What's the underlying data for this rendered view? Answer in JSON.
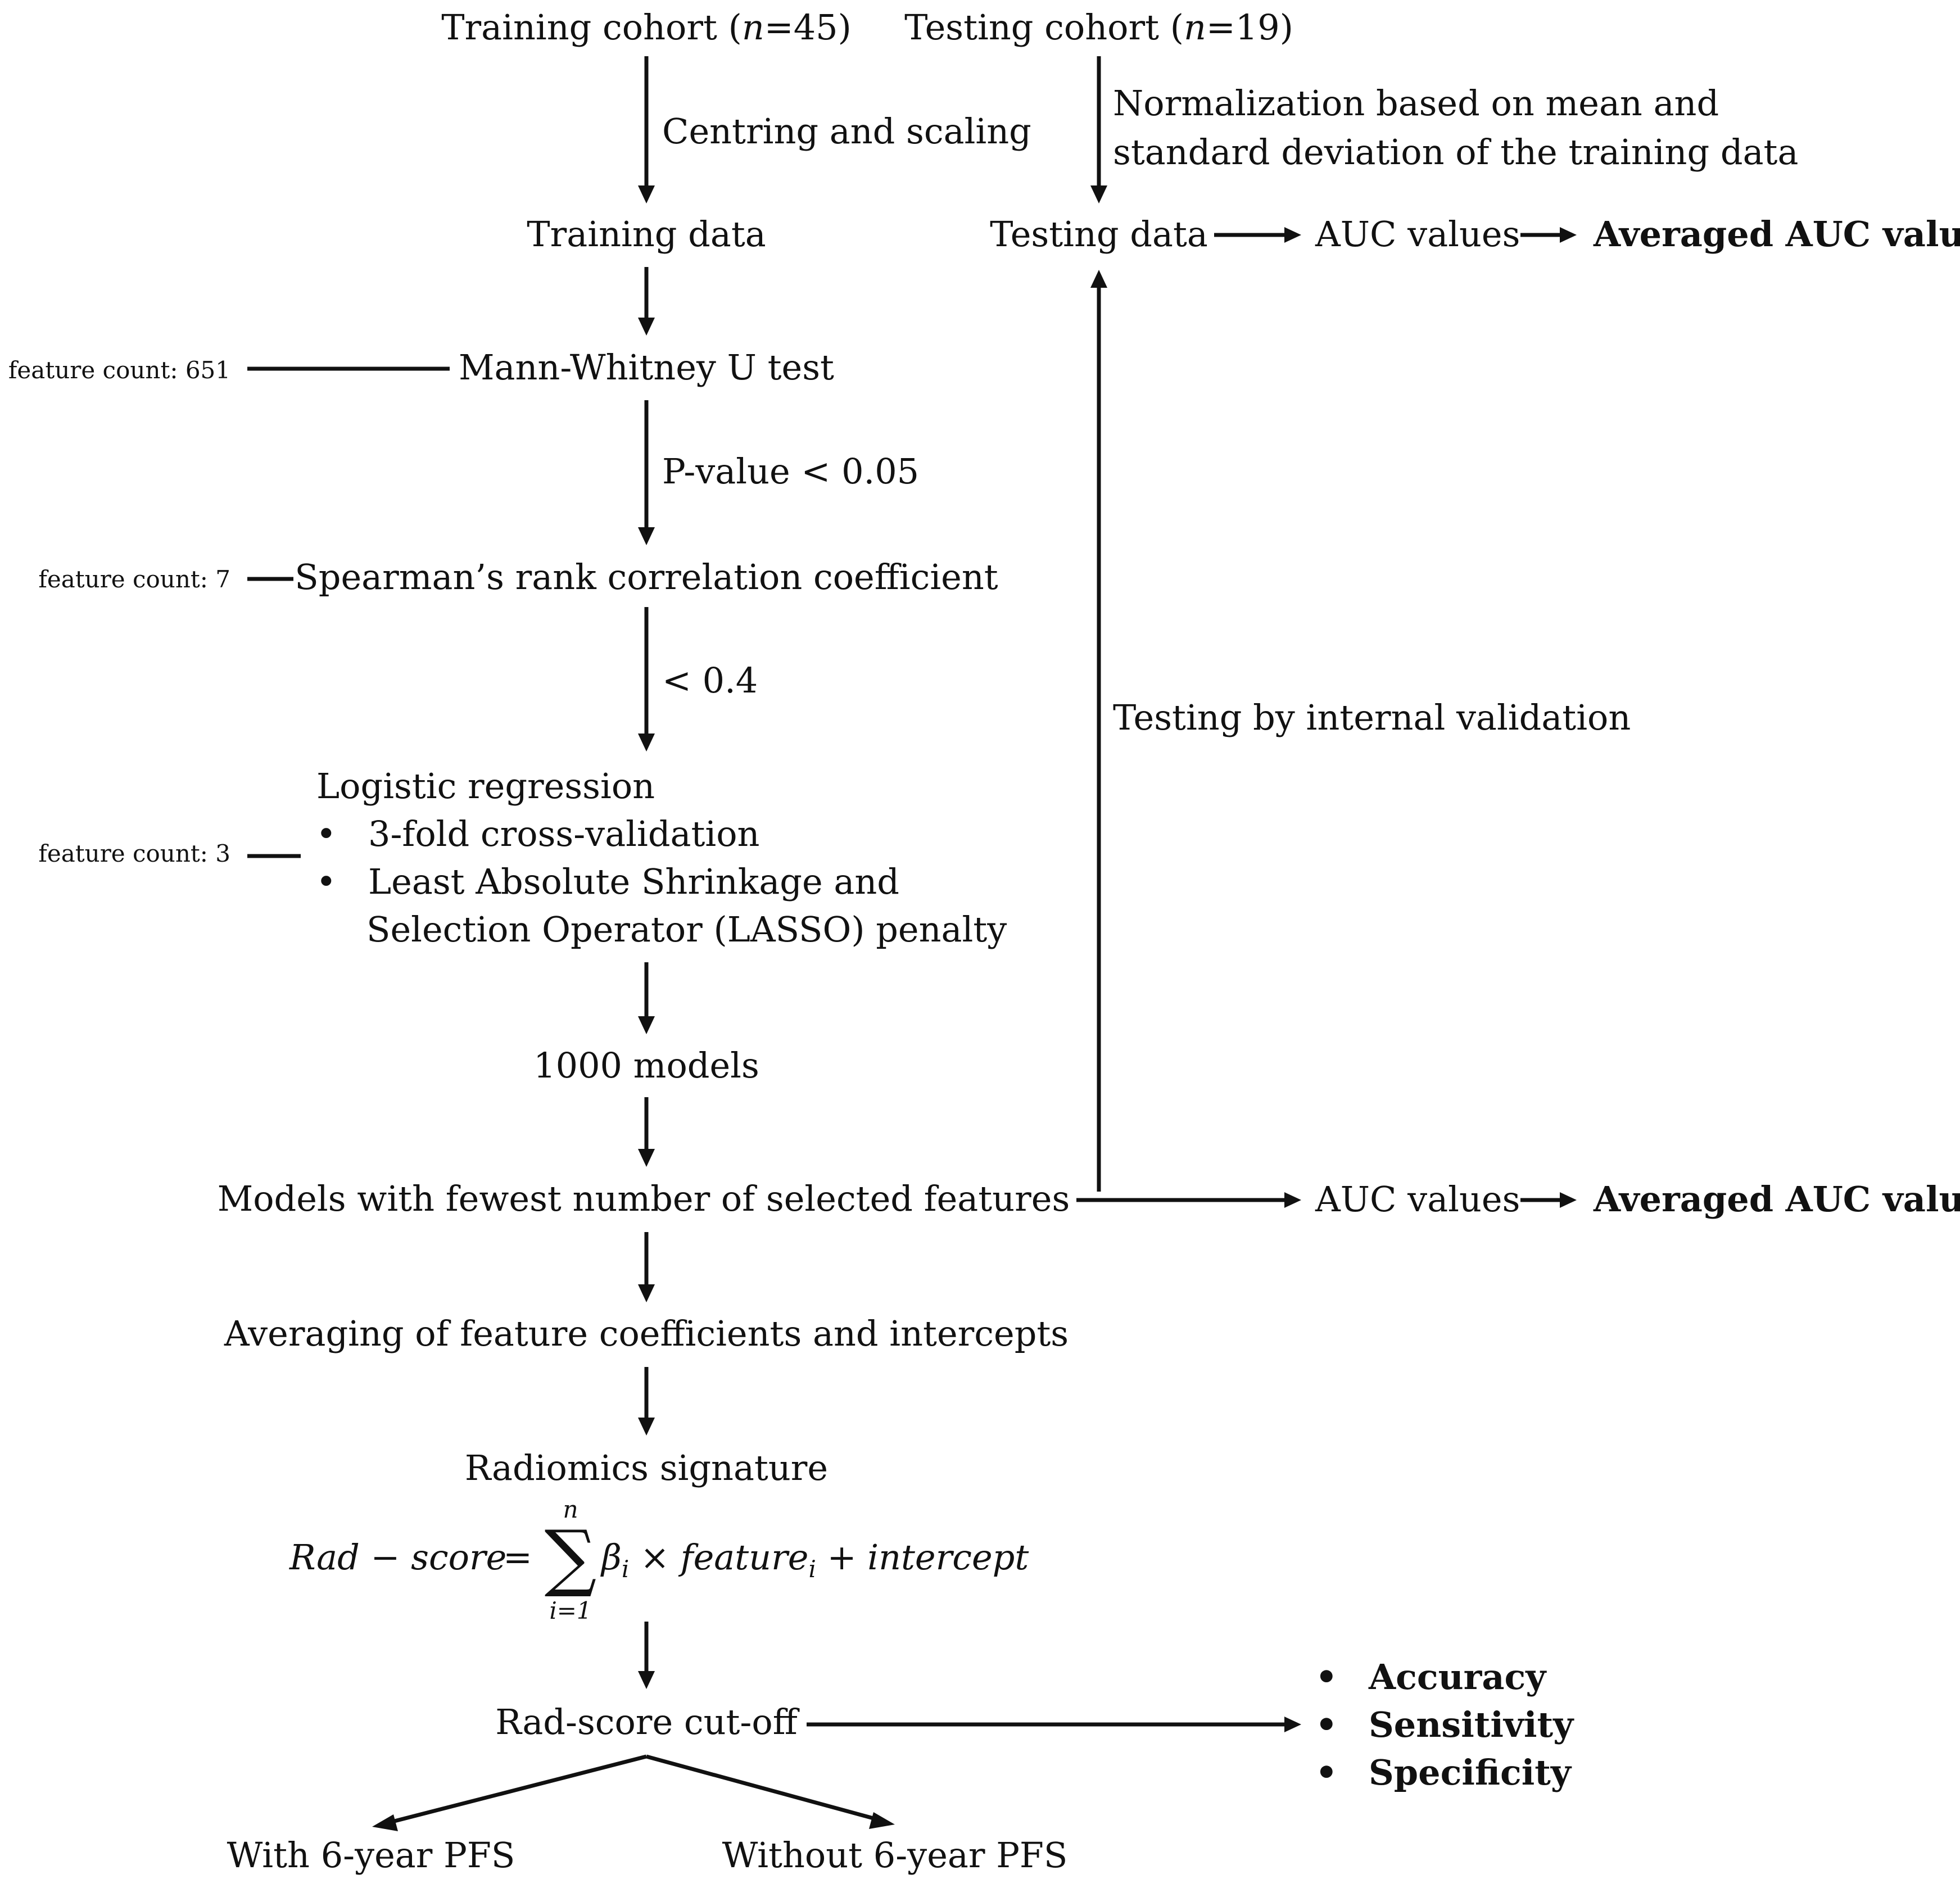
{
  "diagram": {
    "training_cohort_prefix": "Training cohort (",
    "training_cohort_n": "n",
    "training_cohort_suffix": "=45)",
    "testing_cohort_prefix": "Testing cohort (",
    "testing_cohort_n": "n",
    "testing_cohort_suffix": "=19)",
    "centring_scaling": "Centring and scaling",
    "normalization_line1": "Normalization based on mean and",
    "normalization_line2": "standard deviation of the training data",
    "training_data": "Training data",
    "testing_data": "Testing data",
    "auc_values_top": "AUC values",
    "averaged_auc_top": "Averaged AUC value",
    "feature_count_651": "feature count: 651",
    "mann_whitney": "Mann-Whitney U test",
    "pvalue": "P-value < 0.05",
    "feature_count_7": "feature count: 7",
    "spearman": "Spearman’s rank correlation coefficient",
    "corr_threshold": "< 0.4",
    "testing_internal": "Testing by internal validation",
    "logistic_regression": "Logistic regression",
    "bullet_cv": "3-fold cross-validation",
    "bullet_lasso_1": "Least Absolute Shrinkage and",
    "bullet_lasso_2": "Selection Operator (LASSO) penalty",
    "feature_count_3": "feature count: 3",
    "models_1000": "1000 models",
    "fewest_features": "Models with fewest number of selected features",
    "auc_values_bottom": "AUC values",
    "averaged_auc_bottom": "Averaged AUC value",
    "averaging": "Averaging of feature coefficients and intercepts",
    "radiomics_signature": "Radiomics signature",
    "formula": {
      "lhs": "Rad − score",
      "equals": "=",
      "sigma": "∑",
      "upper": "n",
      "lower": "i=1",
      "beta": "β",
      "beta_sub": "i",
      "times_feature": " × feature",
      "feature_sub": "i",
      "plus_intercept": " + intercept"
    },
    "cutoff": "Rad-score cut-off",
    "accuracy": "Accuracy",
    "sensitivity": "Sensitivity",
    "specificity": "Specificity",
    "bullet": "•",
    "with_pfs": "With 6-year PFS",
    "without_pfs": "Without 6-year PFS"
  }
}
